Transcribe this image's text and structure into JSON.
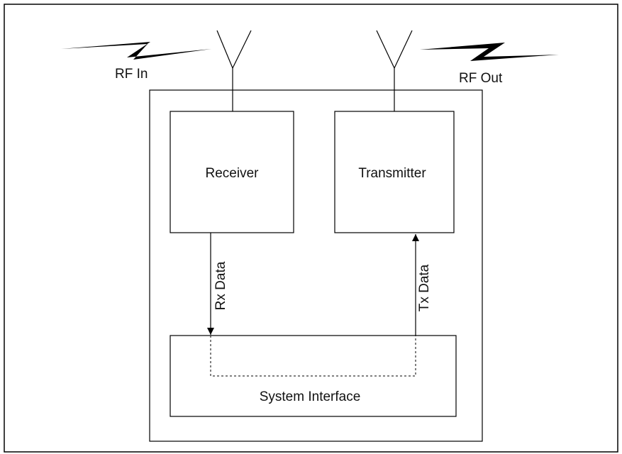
{
  "labels": {
    "rf_in": "RF In",
    "rf_out": "RF Out",
    "receiver": "Receiver",
    "transmitter": "Transmitter",
    "rx_data": "Rx Data",
    "tx_data": "Tx Data",
    "system_interface": "System Interface"
  },
  "colors": {
    "stroke": "#000000",
    "background": "#ffffff"
  },
  "icons": {
    "rf_in_signal": "lightning-bolt-icon",
    "rf_out_signal": "lightning-bolt-icon",
    "receive_antenna": "antenna-icon",
    "transmit_antenna": "antenna-icon"
  }
}
